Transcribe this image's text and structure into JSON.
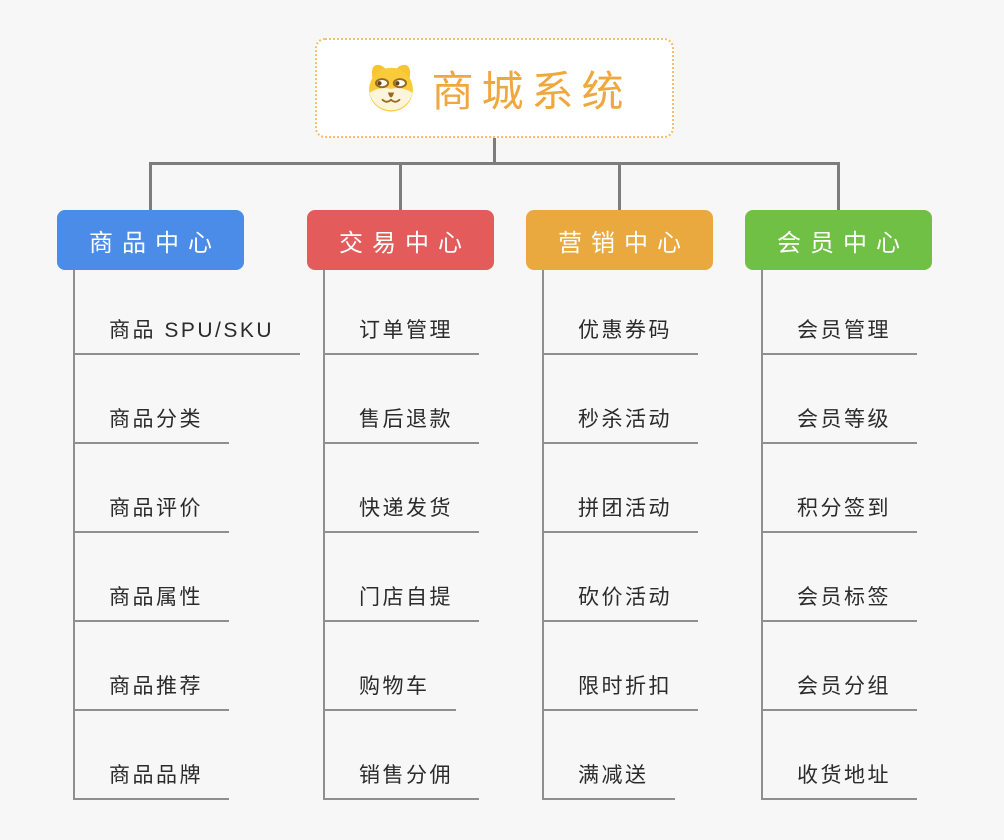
{
  "app": {
    "background_color": "#f7f7f7",
    "connector_color": "#7d7d7d",
    "tree_line_color": "#8f8f8f"
  },
  "root": {
    "title": "商城系统",
    "icon": "dog-face-icon",
    "title_color": "#F0A73E",
    "border_color": "#F5BE6B"
  },
  "branches": [
    {
      "id": "product-center",
      "label": "商品中心",
      "color": "#4A8CE8",
      "children": [
        "商品 SPU/SKU",
        "商品分类",
        "商品评价",
        "商品属性",
        "商品推荐",
        "商品品牌"
      ]
    },
    {
      "id": "trade-center",
      "label": "交易中心",
      "color": "#E45B5B",
      "children": [
        "订单管理",
        "售后退款",
        "快递发货",
        "门店自提",
        "购物车",
        "销售分佣"
      ]
    },
    {
      "id": "marketing-center",
      "label": "营销中心",
      "color": "#EAA93E",
      "children": [
        "优惠券码",
        "秒杀活动",
        "拼团活动",
        "砍价活动",
        "限时折扣",
        "满减送"
      ]
    },
    {
      "id": "member-center",
      "label": "会员中心",
      "color": "#6FC044",
      "children": [
        "会员管理",
        "会员等级",
        "积分签到",
        "会员标签",
        "会员分组",
        "收货地址"
      ]
    }
  ]
}
